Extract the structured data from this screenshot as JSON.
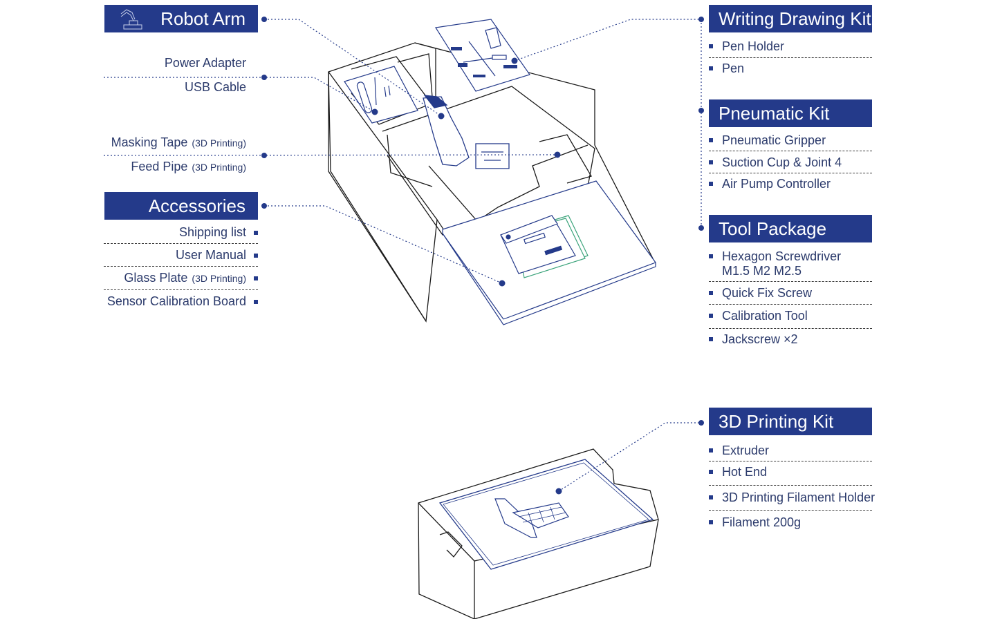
{
  "left": {
    "robot_arm": {
      "title": "Robot Arm",
      "icon": "robot-arm-icon"
    },
    "cables": {
      "items": [
        "Power Adapter",
        "USB Cable"
      ]
    },
    "printing_parts": {
      "items": [
        {
          "label": "Masking Tape",
          "note": "(3D Printing)"
        },
        {
          "label": "Feed Pipe",
          "note": "(3D Printing)"
        }
      ]
    },
    "accessories": {
      "title": "Accessories",
      "items": [
        {
          "label": "Shipping list",
          "note": ""
        },
        {
          "label": "User Manual",
          "note": ""
        },
        {
          "label": "Glass Plate",
          "note": "(3D Printing)"
        },
        {
          "label": "Sensor Calibration Board",
          "note": ""
        }
      ]
    }
  },
  "right": {
    "writing_drawing_kit": {
      "title": "Writing Drawing Kit",
      "items": [
        "Pen Holder",
        "Pen"
      ]
    },
    "pneumatic_kit": {
      "title": "Pneumatic Kit",
      "items": [
        "Pneumatic Gripper",
        "Suction Cup & Joint 4",
        "Air Pump Controller"
      ]
    },
    "tool_package": {
      "title": "Tool Package",
      "items": [
        "Hexagon Screwdriver",
        "M1.5 M2 M2.5",
        "Quick Fix Screw",
        "Calibration Tool",
        "Jackscrew ×2"
      ]
    },
    "printing_kit": {
      "title": "3D Printing Kit",
      "items": [
        "Extruder",
        "Hot End",
        "3D Printing Filament Holder",
        "Filament 200g"
      ]
    }
  },
  "colors": {
    "brand": "#243a8a",
    "text": "#2b3a6b",
    "accent_green": "#3aa37a"
  }
}
